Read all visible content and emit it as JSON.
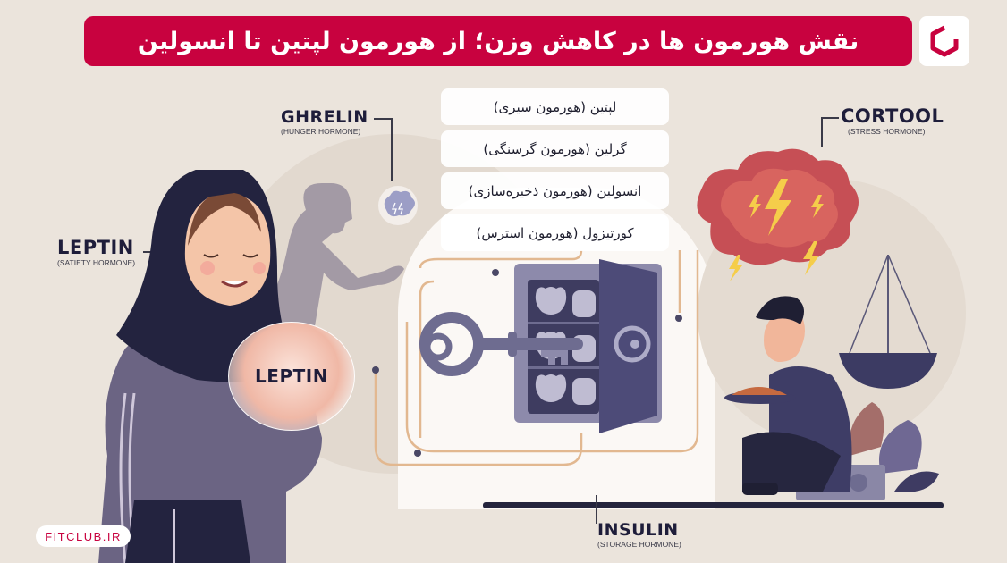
{
  "header": {
    "title": "نقش هورمون ها در کاهش وزن؛ از هورمون لپتین تا انسولین",
    "brand_color": "#c8023f",
    "logo_icon": "hexagon-logo-icon"
  },
  "hormone_list": [
    {
      "label": "لپتین (هورمون سیری)"
    },
    {
      "label": "گرلین (هورمون گرسنگی)"
    },
    {
      "label": "انسولین (هورمون ذخیره‌سازی)"
    },
    {
      "label": "کورتیزول (هورمون استرس)"
    }
  ],
  "callouts": {
    "ghrelin": {
      "title": "GHRELIN",
      "subtitle": "(HUNGER HORMONE)"
    },
    "cortool": {
      "title": "CORTOOL",
      "subtitle": "(STRESS HORMONE)"
    },
    "leptin": {
      "title": "LEPTIN",
      "subtitle": "(SATIETY HORMONE)"
    },
    "insulin": {
      "title": "INSULIN",
      "subtitle": "(STORAGE HORMONE)"
    },
    "leptin_orb": {
      "title": "LEPTIN"
    }
  },
  "footer": {
    "site": "FITCLUB.IR"
  },
  "colors": {
    "background": "#ebe4dc",
    "navy": "#26264a",
    "storm_cloud": "#c9555a",
    "bolt": "#f5cd4a",
    "safe": "#5c5a8a",
    "circuit": "#e2b890"
  }
}
